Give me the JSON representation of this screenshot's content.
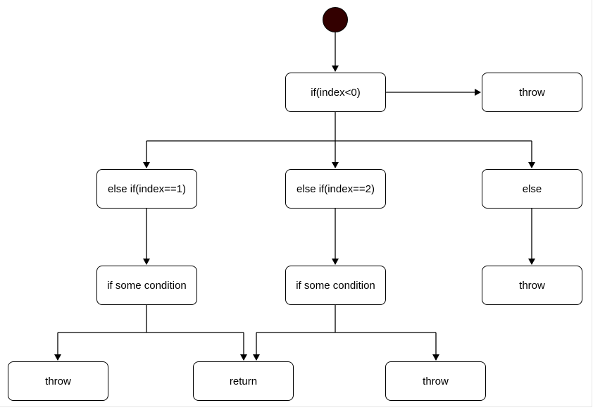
{
  "diagram": {
    "nodes": {
      "root": "if(index<0)",
      "throw_top": "throw",
      "else_if_1": "else if(index==1)",
      "else_if_2": "else if(index==2)",
      "else": "else",
      "condition_1": "if some condition",
      "condition_2": "if some condition",
      "throw_else": "throw",
      "throw_left": "throw",
      "return": "return",
      "throw_right": "throw"
    },
    "colors": {
      "start_node_fill": "#330000",
      "stroke": "#000000",
      "node_fill": "#ffffff"
    }
  }
}
